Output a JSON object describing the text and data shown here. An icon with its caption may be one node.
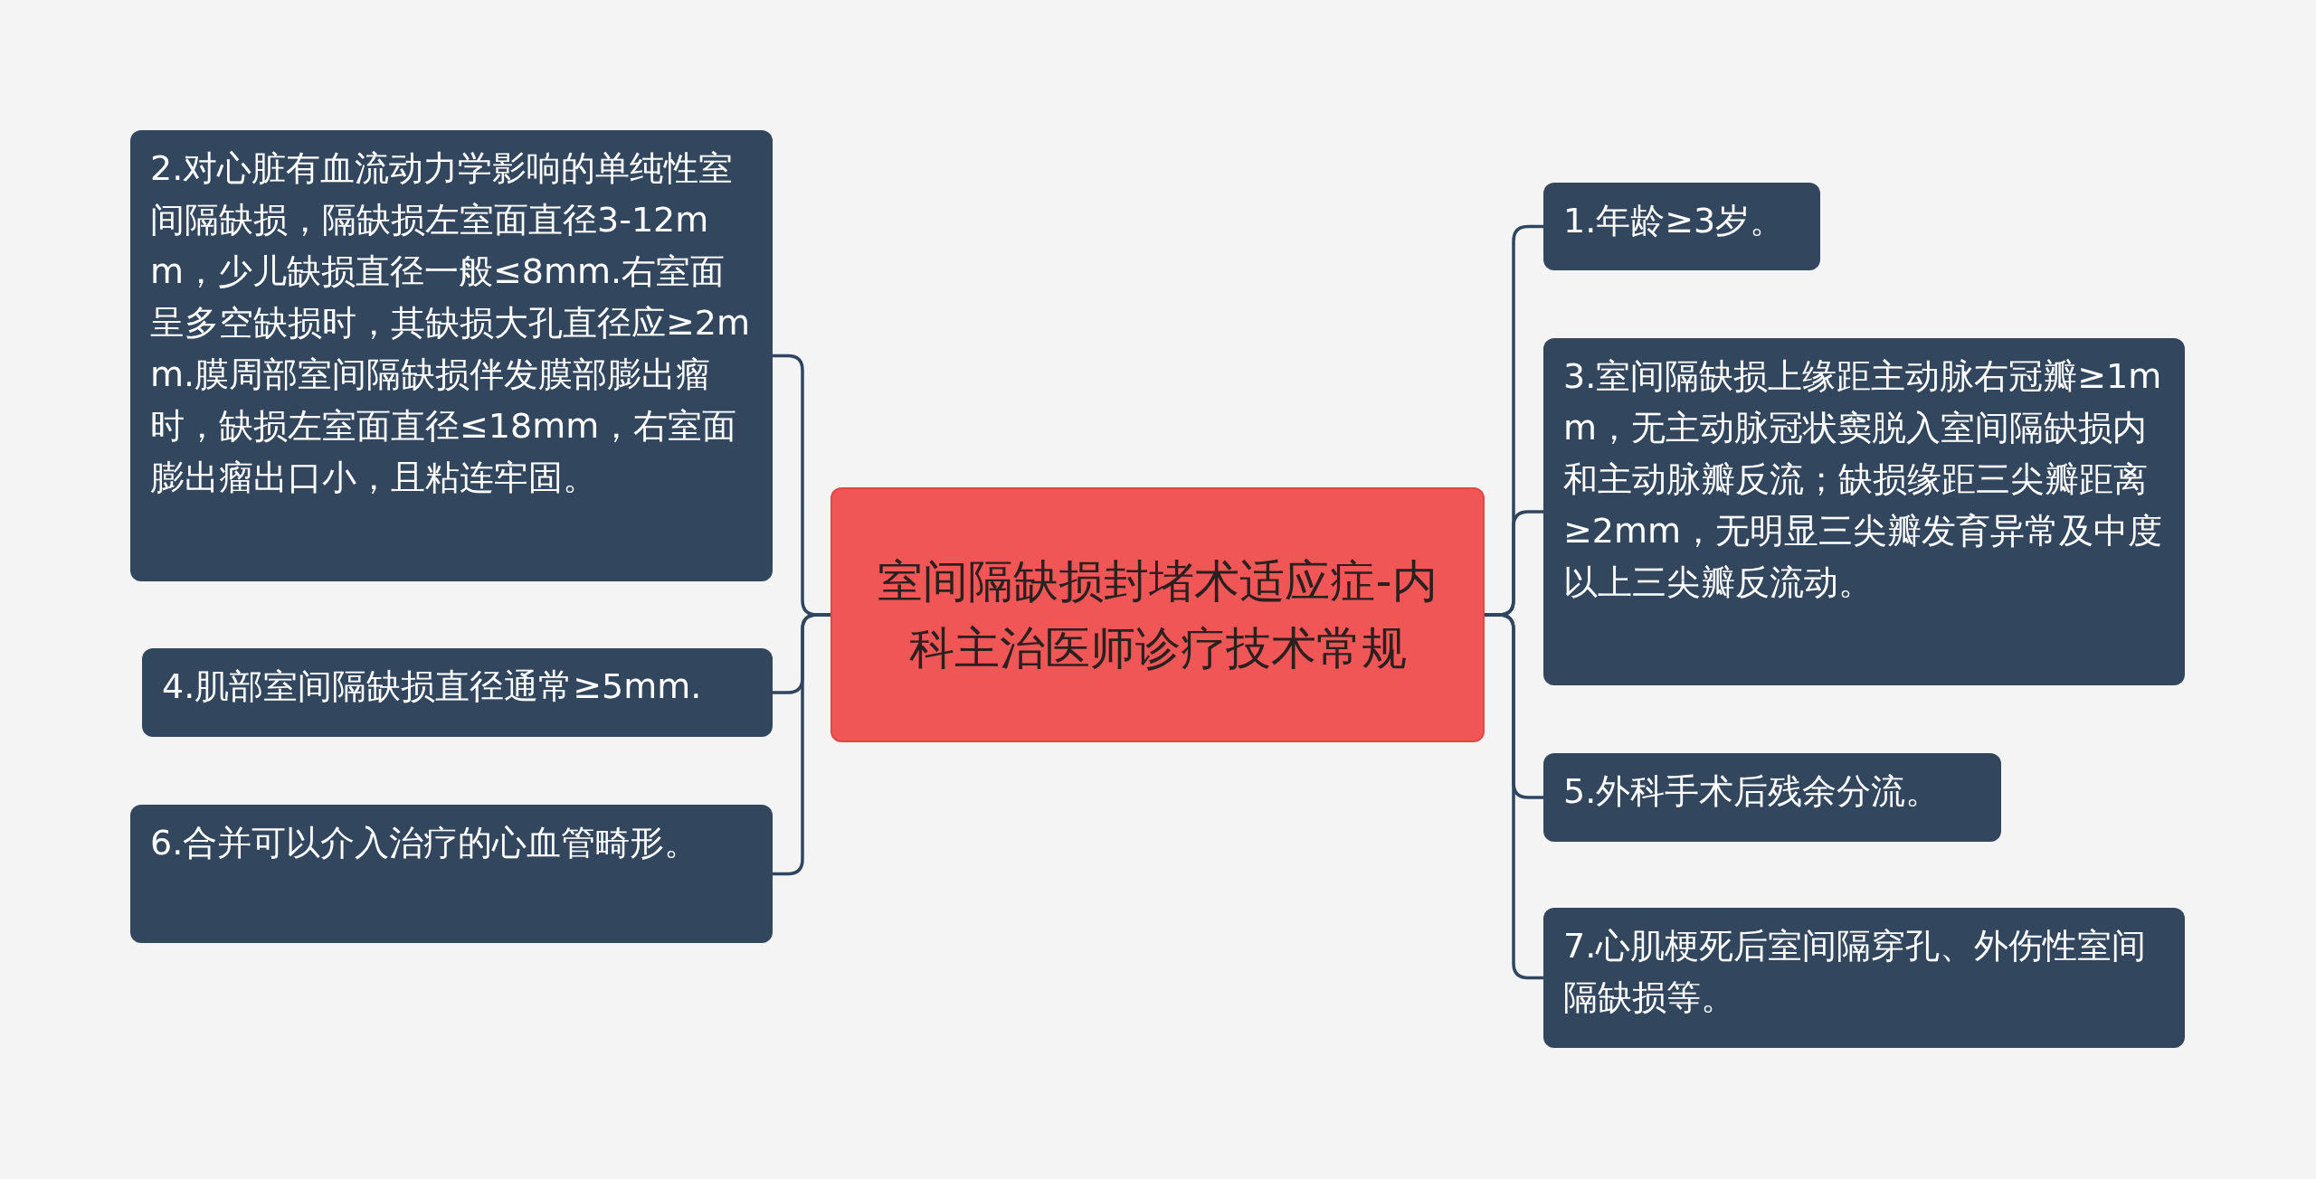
{
  "diagram": {
    "nodes": [
      {
        "text": [
          "室间隔缺损封堵术适应症-内科主治医师诊疗技术常规"
        ]
      },
      {
        "text": [
          "2.对心脏有血流动力学影响的单纯性室间隔缺损，隔缺损左室面直径3-12mm，少儿缺损直径一般≤8mm.右室面呈多空缺损时，其缺损大孔直径应≥2mm.膜周部室间隔缺损伴发膜部膨出瘤时，缺损左室面直径≤18mm，右室面膨出瘤出口小，且粘连牢固。"
        ]
      },
      {
        "text": [
          "4.肌部室间隔缺损直径通常≥5mm."
        ]
      },
      {
        "text": [
          "6.合并可以介入治疗的心血管畸形。"
        ]
      },
      {
        "text": [
          "1.年龄≥3岁。"
        ]
      },
      {
        "text": [
          "3.室间隔缺损上缘距主动脉右冠瓣≥1mm，无主动脉冠状窦脱入室间隔缺损内和主动脉瓣反流；缺损缘距三尖瓣距离≥2mm，无明显三尖瓣发育异常及中度以上三尖瓣反流动。"
        ]
      },
      {
        "text": [
          "5.外科手术后残余分流。"
        ]
      },
      {
        "text": [
          "7.心肌梗死后室间隔穿孔、外伤性室间隔缺损等。"
        ]
      }
    ],
    "edges": [
      {
        "from": 0,
        "to": 1,
        "arrow": "none"
      },
      {
        "from": 0,
        "to": 2,
        "arrow": "none"
      },
      {
        "from": 0,
        "to": 3,
        "arrow": "none"
      },
      {
        "from": 0,
        "to": 4,
        "arrow": "none"
      },
      {
        "from": 0,
        "to": 5,
        "arrow": "none"
      },
      {
        "from": 0,
        "to": 6,
        "arrow": "none"
      },
      {
        "from": 0,
        "to": 7,
        "arrow": "none"
      }
    ]
  }
}
